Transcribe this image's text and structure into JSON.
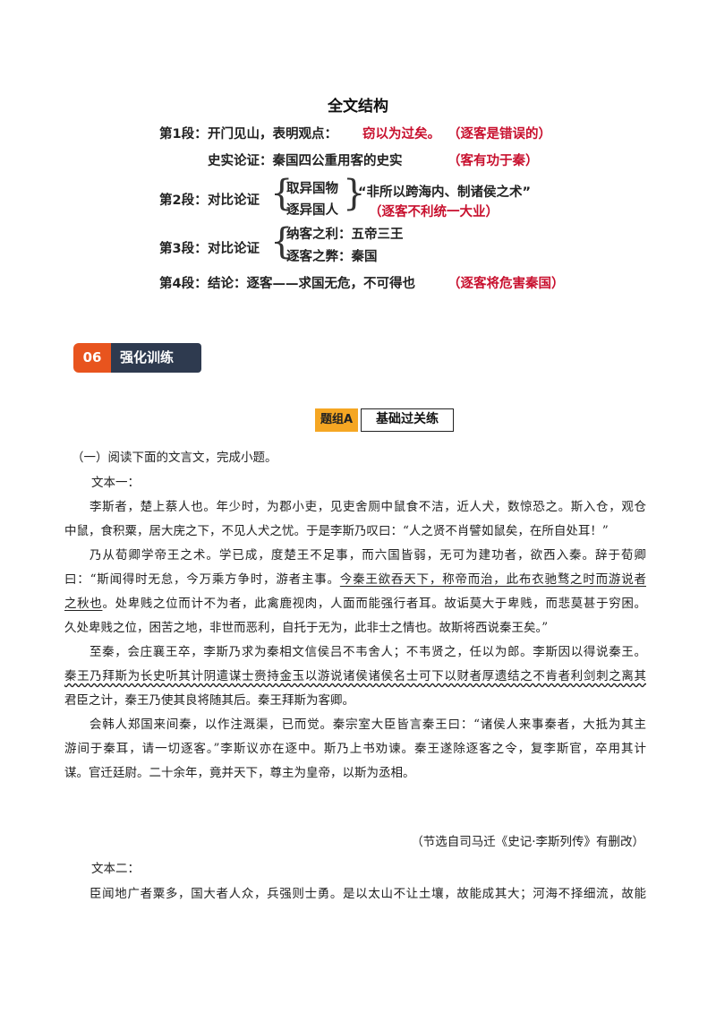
{
  "structure": {
    "title": "全文结构",
    "p1_label": "第1段：",
    "p1_text": "开门见山，表明观点：",
    "p1_point": "窃以为过矣。",
    "p1_note": "（逐客是错误的）",
    "p1b_text": "史实论证：秦国四公重用客的史实",
    "p1b_note": "（客有功于秦）",
    "p2_label": "第2段：",
    "p2_text": "对比论证",
    "p2_item1": "取异国物",
    "p2_item2": "逐异国人",
    "p2_quote": "“非所以跨海内、制诸侯之术”",
    "p2_note": "（逐客不利统一大业）",
    "p3_label": "第3段：",
    "p3_text": "对比论证",
    "p3_item1": "纳客之利：五帝三王",
    "p3_item2": "逐客之弊：秦国",
    "p4_label": "第4段：",
    "p4_text": "结论：逐客——求国无危，不可得也",
    "p4_note": "（逐客将危害秦国）"
  },
  "section": {
    "number": "06",
    "label": "强化训练"
  },
  "group": {
    "tag": "题组A",
    "label": "基础过关练"
  },
  "question": {
    "intro": "（一）阅读下面的文言文，完成小题。",
    "text1_label": "文本一：",
    "lines": [
      "李斯者，楚上蔡人也。年少时，为郡小吏，见吏舍厕中鼠食不洁，近人犬，数惊恐之。斯入仓，观仓",
      "中鼠，食积粟，居大庑之下，不见人犬之忧。于是李斯乃叹曰：“人之贤不肖譬如鼠矣，在所自处耳！”",
      "乃从荀卿学帝王之术。学已成，度楚王不足事，而六国皆弱，无可为建功者，欲西入秦。辞于荀卿",
      "曰：“斯闻得时无怠，今万乘方争时，游者主事。",
      "今秦王欲吞天下，称帝而治，此布衣驰骛之时而游说者",
      "之秋也",
      "。处卑贱之位而计不为者，此禽鹿视肉，人面而能强行者耳。故诟莫大于卑贱，而悲莫甚于穷困。",
      "久处卑贱之位，困苦之地，非世而恶利，自托于无为，此非士之情也。故斯将西说秦王矣。”",
      "至秦，会庄襄王卒，李斯乃求为秦相文信侯吕不韦舍人；不韦贤之，任以为郎。李斯因以得说秦王。",
      "秦王乃拜斯为长史听其计阴遣谋士赍持金玉以游说诸侯诸侯名士可下以财者厚遗结之不肯者利剑刺之离其",
      "君臣之计，秦王乃使其良将随其后。秦王拜斯为客卿。",
      "会韩人郑国来间秦，以作注溉渠，已而觉。秦宗室大臣皆言秦王曰：“诸侯人来事秦者，大抵为其主",
      "游间于秦耳，请一切逐客。”李斯议亦在逐中。斯乃上书劝谏。秦王遂除逐客之令，复李斯官，卒用其计",
      "谋。官迁廷尉。二十余年，竟并天下，尊主为皇帝，以斯为丞相。"
    ],
    "source": "（节选自司马迁《史记·李斯列传》有删改）",
    "text2_label": "文本二：",
    "text2_line": "臣闻地广者粟多，国大者人众，兵强则士勇。是以太山不让土壤，故能成其大；河海不择细流，故能"
  }
}
